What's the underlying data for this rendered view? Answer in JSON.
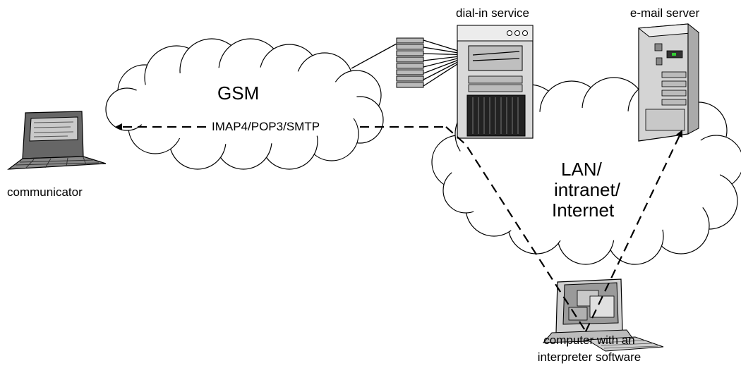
{
  "nodes": {
    "dial_in": {
      "label": "dial-in service"
    },
    "email_server": {
      "label": "e-mail server"
    },
    "communicator": {
      "label": "communicator"
    },
    "computer": {
      "label_line1": "computer with an",
      "label_line2": "interpreter software"
    }
  },
  "clouds": {
    "gsm": {
      "label": "GSM"
    },
    "lan": {
      "label_line1": "LAN/",
      "label_line2": "intranet/",
      "label_line3": "Internet"
    }
  },
  "protocol": {
    "label": "IMAP4/POP3/SMTP"
  },
  "colors": {
    "ink": "#000000",
    "device_fill": "#d9d9d9",
    "device_dark": "#222222",
    "background": "#ffffff"
  }
}
